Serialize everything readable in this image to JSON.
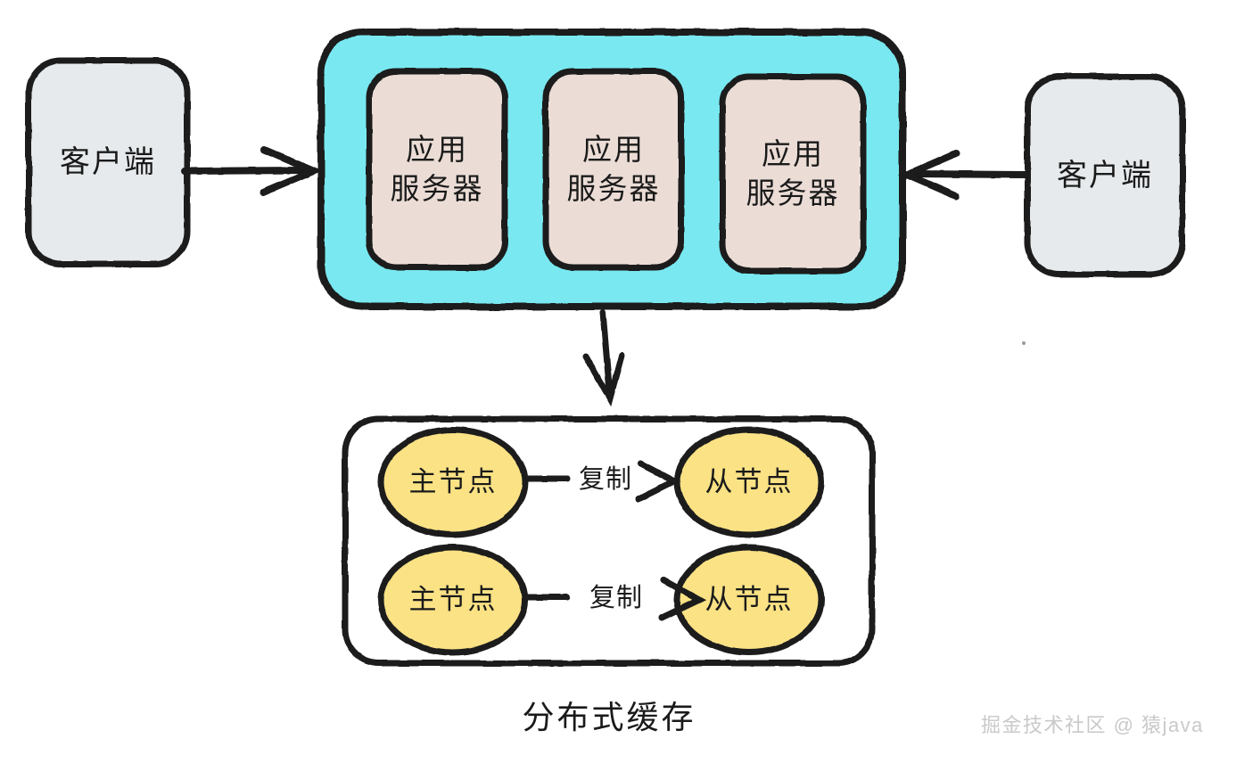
{
  "diagram": {
    "caption": "分布式缓存",
    "watermark": "掘金技术社区 @ 猿java",
    "colors": {
      "client_fill": "#e6eaec",
      "cluster_fill": "#79e8f0",
      "server_fill": "#ebddd6",
      "cache_node_fill": "#fae285",
      "cache_box_fill": "#ffffff",
      "stroke": "#1a1a1a",
      "background": "#ffffff",
      "watermark_text": "#c9c9c9"
    },
    "clients": [
      {
        "id": "client-left",
        "label": "客户端"
      },
      {
        "id": "client-right",
        "label": "客户端"
      }
    ],
    "app_cluster": {
      "servers": [
        {
          "id": "app-server-1",
          "line1": "应用",
          "line2": "服务器"
        },
        {
          "id": "app-server-2",
          "line1": "应用",
          "line2": "服务器"
        },
        {
          "id": "app-server-3",
          "line1": "应用",
          "line2": "服务器"
        }
      ]
    },
    "cache_cluster": {
      "rows": [
        {
          "id": "replication-row-1",
          "master": "主节点",
          "edge": "复制",
          "slave": "从节点"
        },
        {
          "id": "replication-row-2",
          "master": "主节点",
          "edge": "复制",
          "slave": "从节点"
        }
      ]
    },
    "connectors": [
      {
        "id": "client-left-to-cluster",
        "direction": "right"
      },
      {
        "id": "client-right-to-cluster",
        "direction": "left"
      },
      {
        "id": "cluster-to-cache",
        "direction": "down"
      }
    ]
  }
}
